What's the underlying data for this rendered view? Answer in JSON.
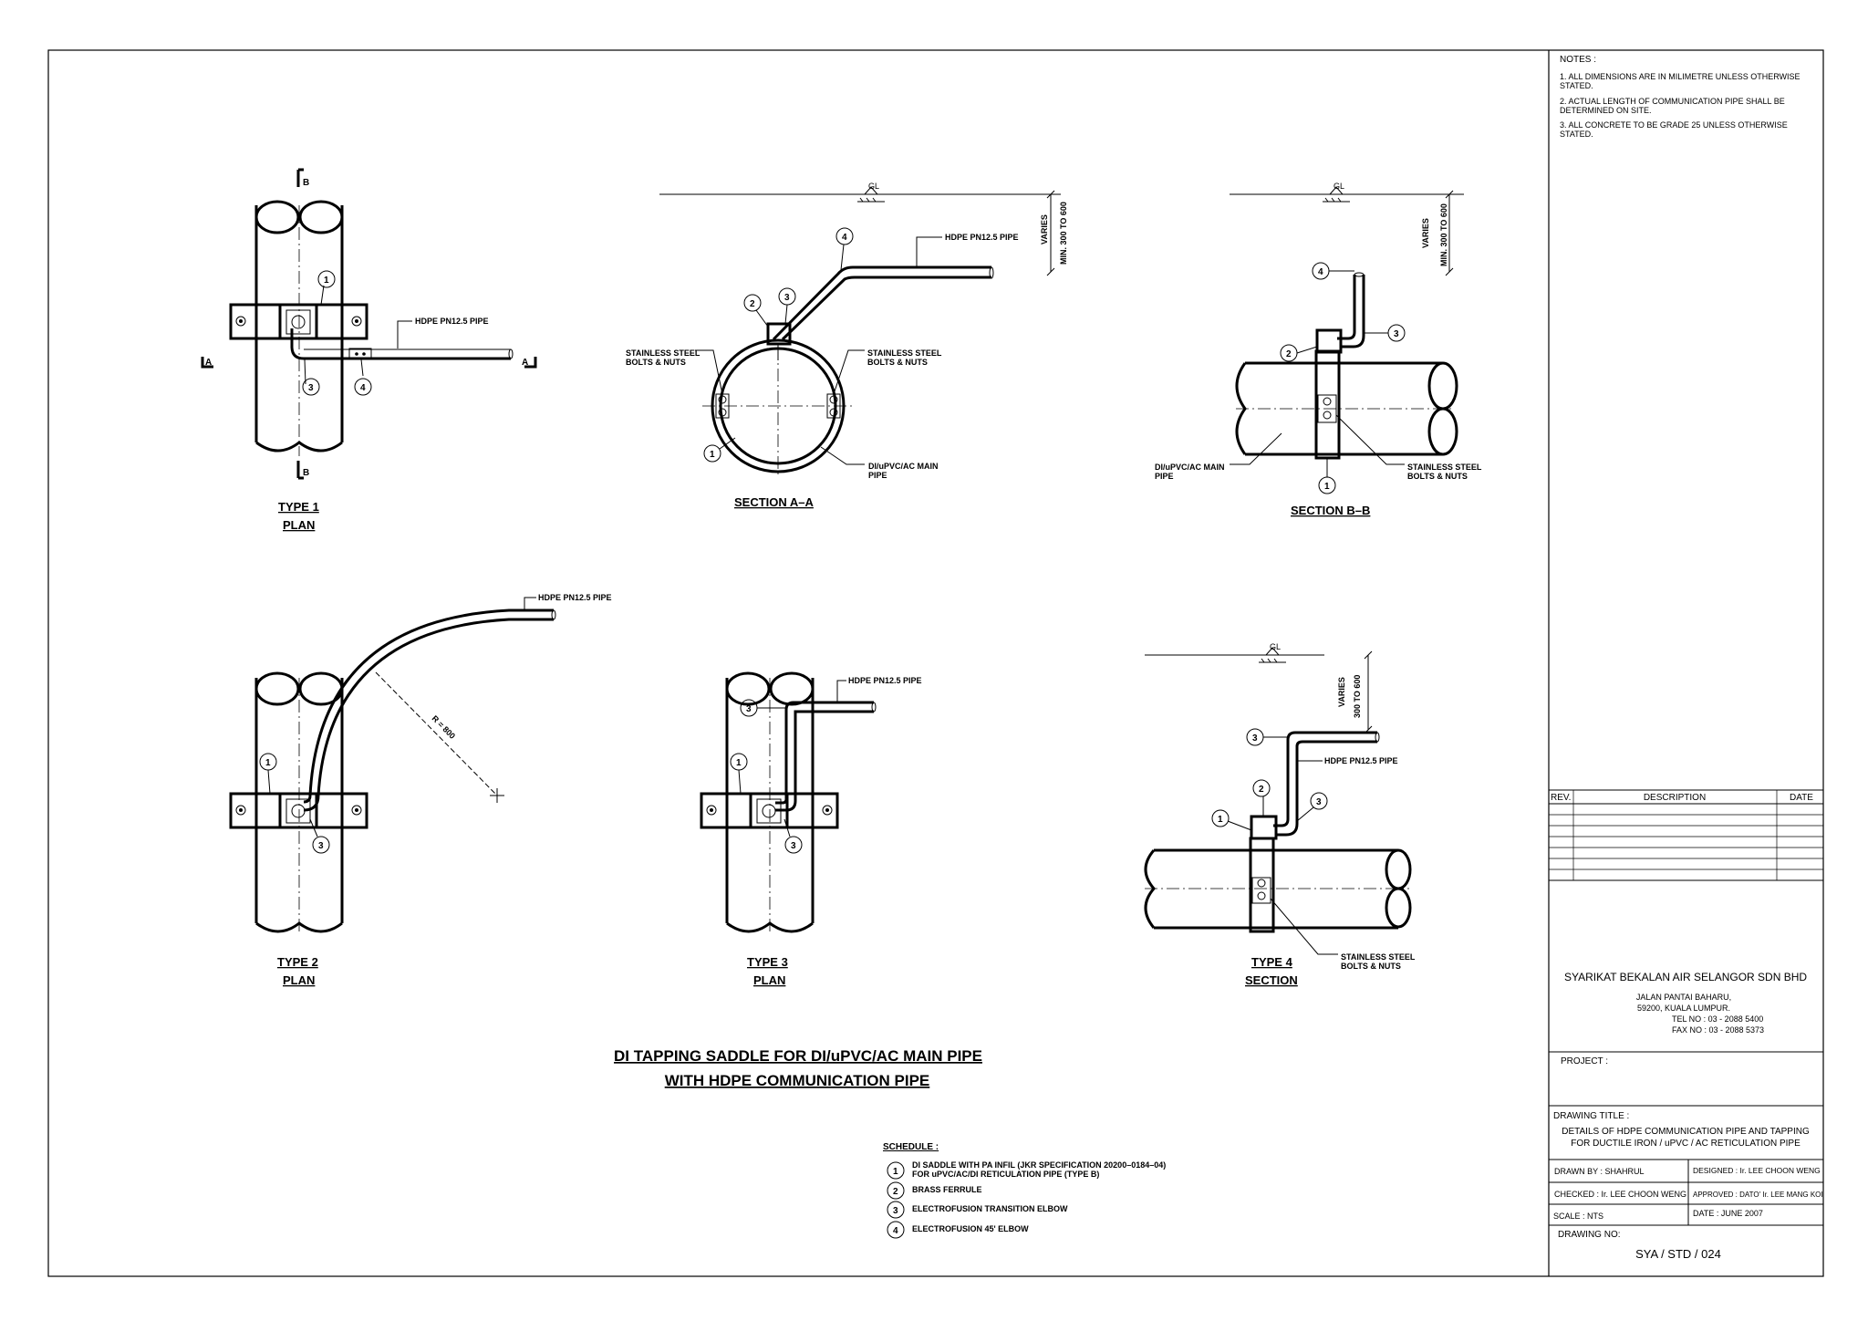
{
  "notes": {
    "heading": "NOTES :",
    "items": [
      "1. ALL DIMENSIONS ARE IN MILIMETRE UNLESS OTHERWISE",
      "    STATED.",
      "2. ACTUAL LENGTH OF COMMUNICATION PIPE SHALL BE",
      "    DETERMINED ON SITE.",
      "3. ALL CONCRETE TO BE GRADE 25 UNLESS OTHERWISE",
      "    STATED."
    ]
  },
  "labels": {
    "hdpe": "HDPE PN12.5 PIPE",
    "ss1": "STAINLESS STEEL",
    "ss2": "BOLTS & NUTS",
    "main1": "DI/uPVC/AC MAIN",
    "main2": "PIPE",
    "gl": "GL",
    "varies": "VARIES",
    "min": "MIN. 300 TO 600",
    "varies4": "300 TO 600",
    "radius": "R = 800",
    "secA": "A",
    "secB": "B"
  },
  "view_titles": {
    "type1": "TYPE 1",
    "plan": "PLAN",
    "sectionAA": "SECTION A–A",
    "sectionBB": "SECTION B–B",
    "type2": "TYPE 2",
    "type3": "TYPE 3",
    "type4": "TYPE 4",
    "section": "SECTION"
  },
  "main_title": {
    "line1": "DI TAPPING SADDLE FOR DI/uPVC/AC MAIN PIPE",
    "line2": "WITH HDPE COMMUNICATION PIPE"
  },
  "schedule": {
    "heading": "SCHEDULE :",
    "items": [
      {
        "num": "1",
        "text1": "DI SADDLE WITH PA INFIL (JKR SPECIFICATION 20200–0184–04)",
        "text2": "FOR uPVC/AC/DI RETICULATION PIPE (TYPE B)"
      },
      {
        "num": "2",
        "text1": "BRASS FERRULE",
        "text2": ""
      },
      {
        "num": "3",
        "text1": "ELECTROFUSION TRANSITION ELBOW",
        "text2": ""
      },
      {
        "num": "4",
        "text1": "ELECTROFUSION 45' ELBOW",
        "text2": ""
      }
    ]
  },
  "rev_table": {
    "rev": "REV.",
    "description": "DESCRIPTION",
    "date": "DATE"
  },
  "company": {
    "name": "SYARIKAT BEKALAN AIR SELANGOR SDN BHD",
    "addr1": "JALAN PANTAI BAHARU,",
    "addr2": "59200, KUALA LUMPUR.",
    "tel": "TEL NO : 03 - 2088 5400",
    "fax": "FAX NO : 03 - 2088 5373"
  },
  "project_label": "PROJECT :",
  "drawing_title": {
    "label": "DRAWING TITLE :",
    "line1": "DETAILS OF HDPE COMMUNICATION  PIPE AND TAPPING",
    "line2": "FOR DUCTILE IRON / uPVC / AC RETICULATION PIPE"
  },
  "title_block": {
    "drawn_by": "DRAWN BY : SHAHRUL",
    "designed": "DESIGNED : Ir. LEE CHOON WENG",
    "checked": "CHECKED : Ir. LEE CHOON WENG",
    "approved": "APPROVED : DATO' Ir. LEE MANG KOI",
    "scale": "SCALE : NTS",
    "date": "DATE : JUNE 2007",
    "drawing_no_label": "DRAWING NO:",
    "drawing_no": "SYA / STD / 024"
  }
}
